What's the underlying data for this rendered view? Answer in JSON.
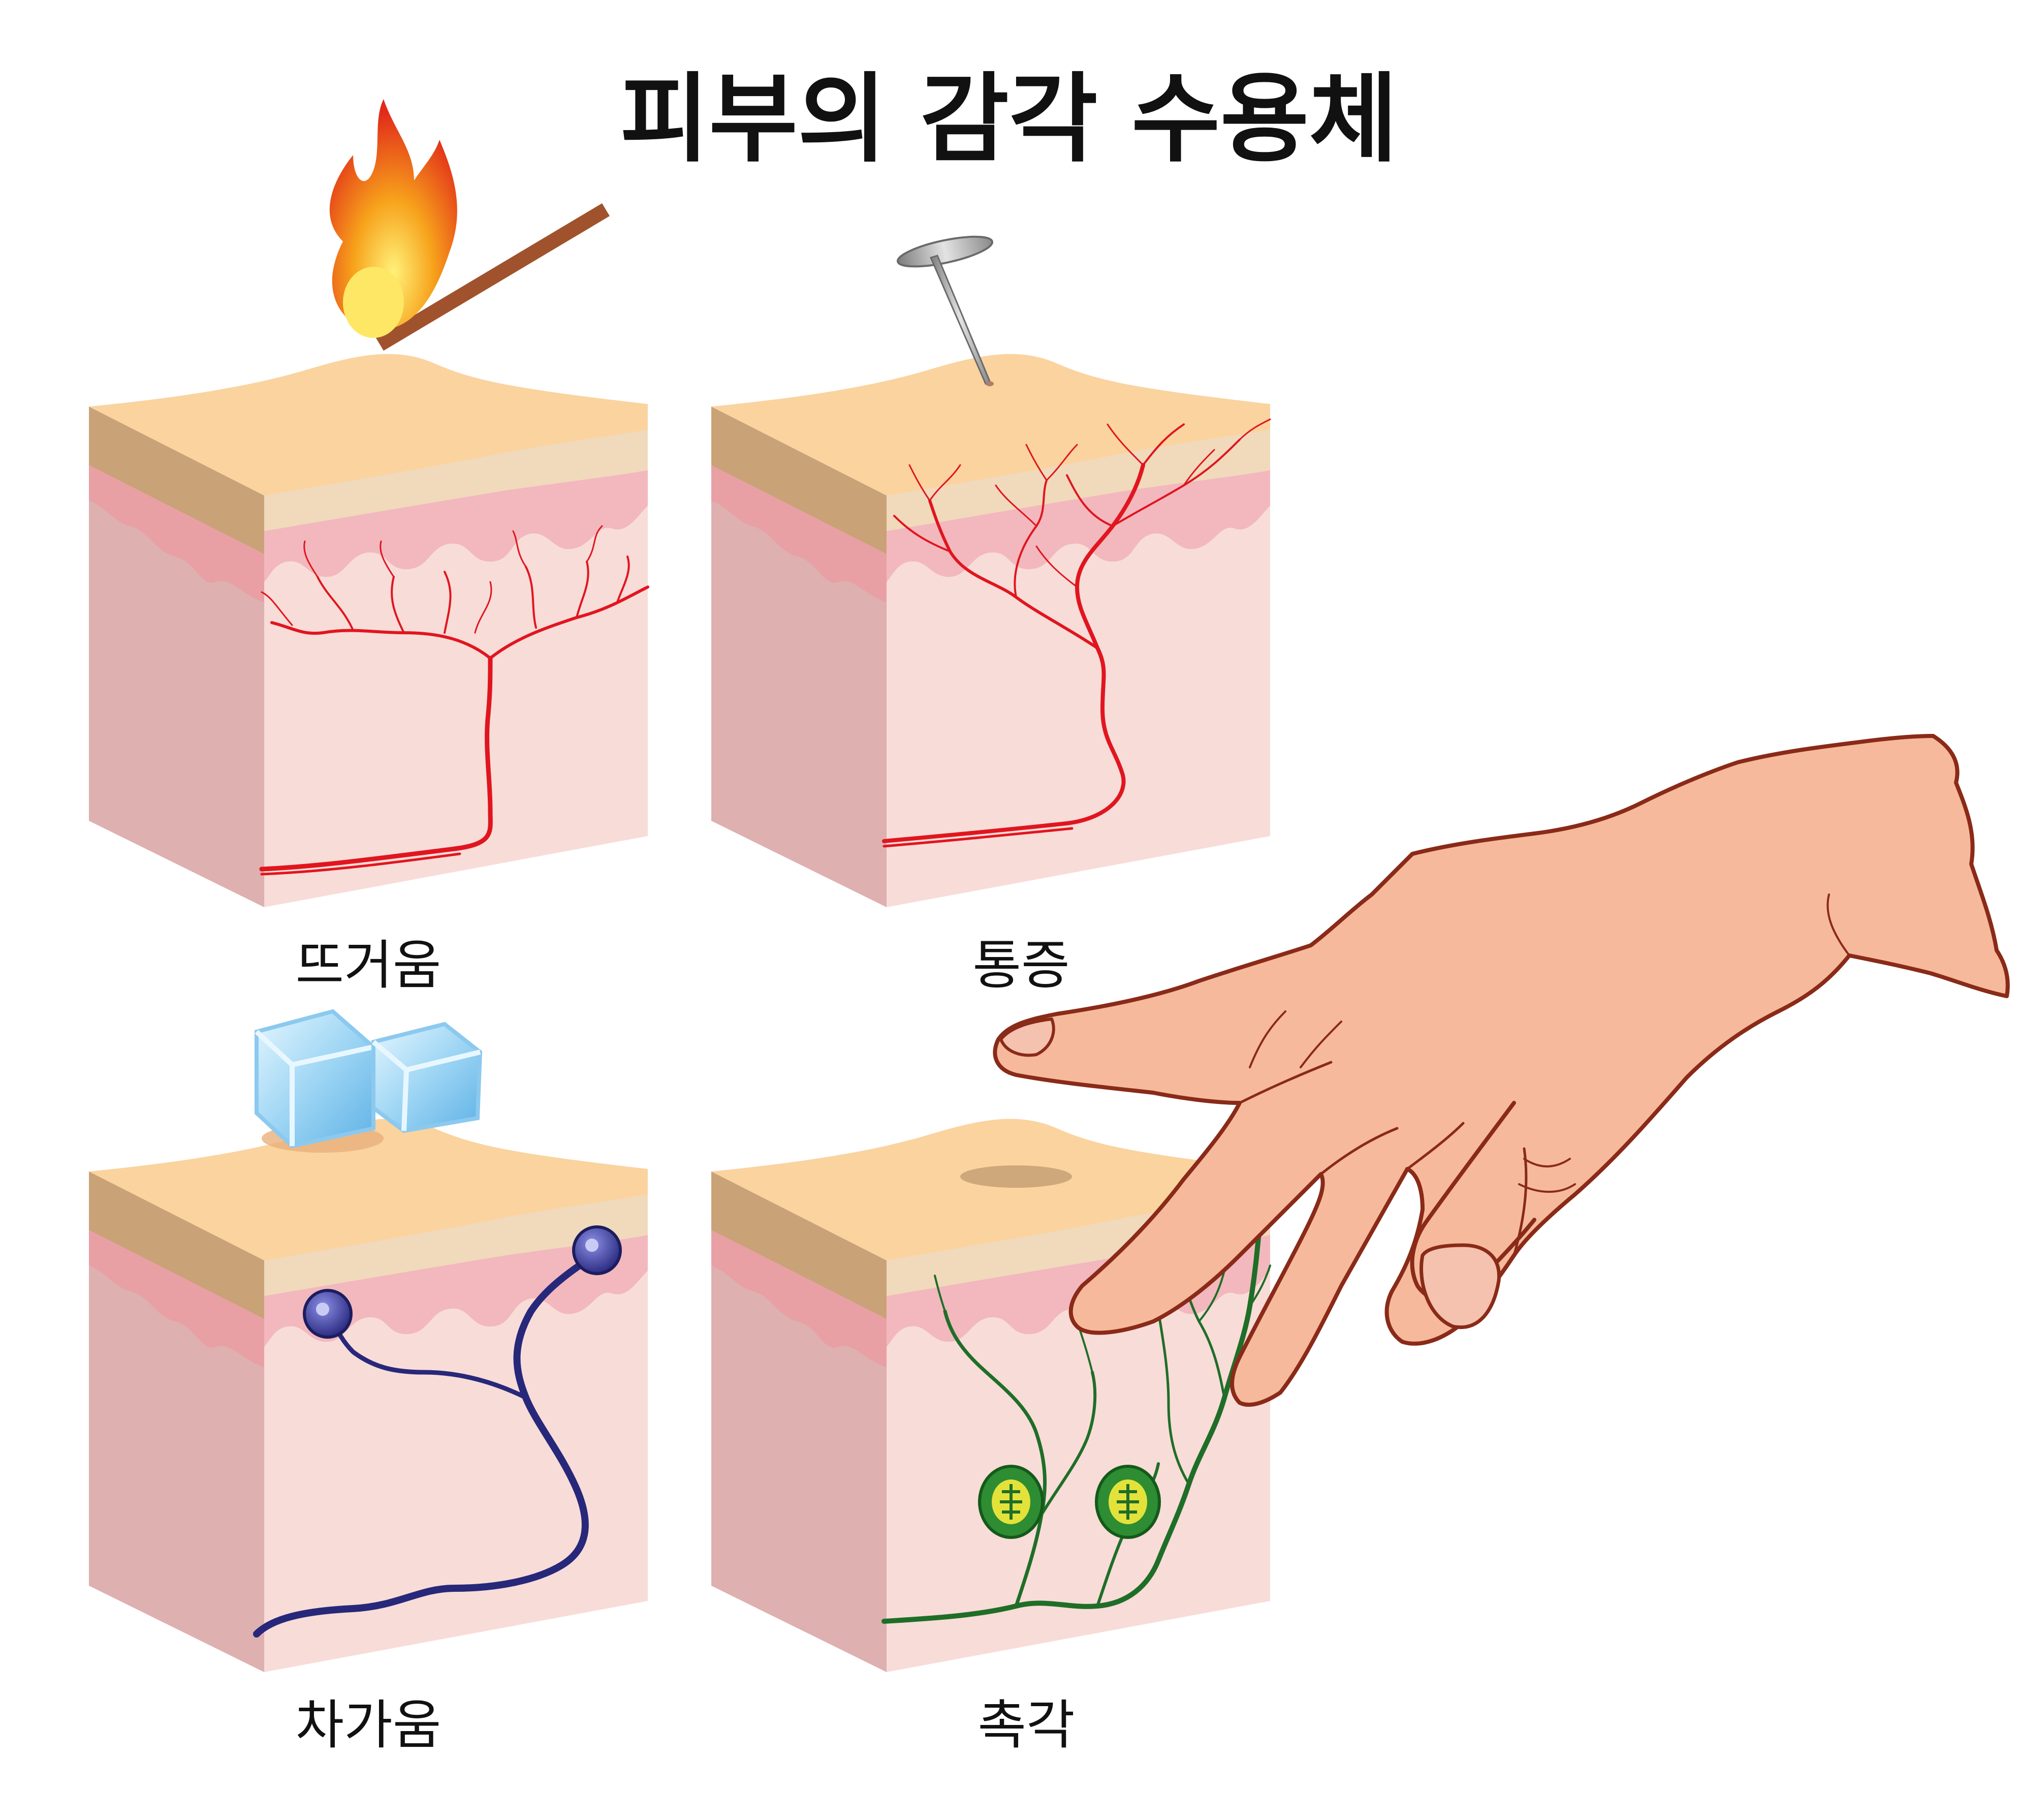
{
  "title": "피부의 감각 수용체",
  "panels": [
    {
      "label": "뜨거움",
      "stimulus": "match-flame",
      "receptor": "free-nerve-ending"
    },
    {
      "label": "통증",
      "stimulus": "pin",
      "receptor": "free-nerve-ending"
    },
    {
      "label": "차가움",
      "stimulus": "ice-cubes",
      "receptor": "bulb-ending"
    },
    {
      "label": "촉각",
      "stimulus": "finger",
      "receptor": "corpuscle"
    }
  ],
  "colors": {
    "skin_top": "#FAD39F",
    "skin_band": "#C9A277",
    "dermis_front": "#F8DCD8",
    "dermis_side": "#DEB0B0",
    "papillae": "#F2B8BE",
    "heat_nerve": "#E1151F",
    "cold_nerve": "#27287A",
    "touch_nerve": "#1F6E28",
    "hand": "#F6B99C",
    "hand_outline": "#8A2A18"
  }
}
